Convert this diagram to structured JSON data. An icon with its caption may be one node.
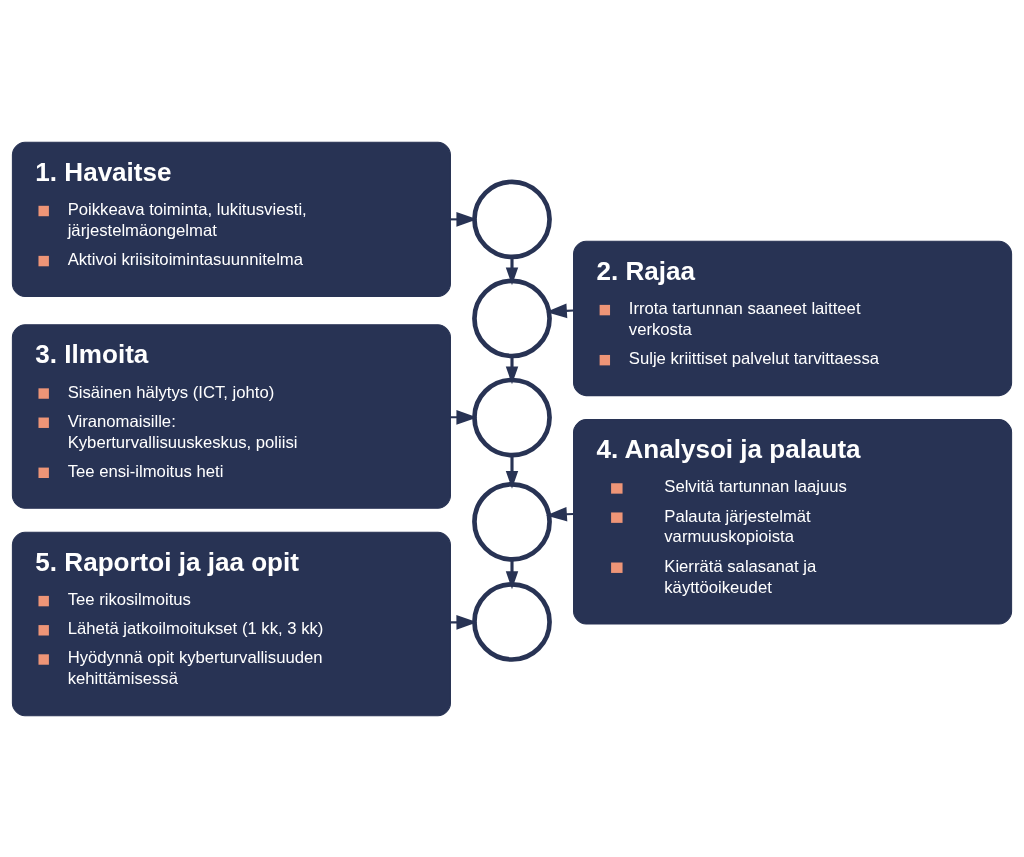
{
  "diagram": {
    "nodes": [
      {
        "text": [
          "1. Havaitse",
          "Poikkeava toiminta, lukitusviesti, järjestelmäongelmat",
          "Aktivoi kriisitoimintasuunnitelma"
        ]
      },
      {
        "text": [],
        "shape": "circle"
      },
      {
        "text": [
          "2. Rajaa",
          "Irrota tartunnan saaneet laitteet verkosta",
          "Sulje kriittiset palvelut tarvittaessa"
        ]
      },
      {
        "text": [],
        "shape": "circle"
      },
      {
        "text": [
          "3. Ilmoita",
          "Sisäinen hälytys (ICT, johto)",
          "Viranomaisille: Kyberturvallisuuskeskus, poliisi",
          "Tee ensi-ilmoitus heti"
        ]
      },
      {
        "text": [],
        "shape": "circle"
      },
      {
        "text": [
          "4. Analysoi ja palauta",
          "Selvitä tartunnan laajuus",
          "Palauta järjestelmät varmuuskopioista",
          "Kierrätä salasanat ja käyttöoikeudet"
        ]
      },
      {
        "text": [],
        "shape": "circle"
      },
      {
        "text": [
          "5. Raportoi ja jaa opit",
          "Tee rikosilmoitus",
          "Lähetä jatkoilmoitukset (1 kk, 3 kk)",
          "Hyödynnä opit kyberturvallisuuden kehittämisessä"
        ]
      },
      {
        "text": [],
        "shape": "circle"
      }
    ],
    "edges": [
      {
        "from": 0,
        "to": 1,
        "arrow": "to"
      },
      {
        "from": 1,
        "to": 3,
        "arrow": "to"
      },
      {
        "from": 2,
        "to": 3,
        "arrow": "to"
      },
      {
        "from": 3,
        "to": 5,
        "arrow": "to"
      },
      {
        "from": 4,
        "to": 5,
        "arrow": "to"
      },
      {
        "from": 5,
        "to": 7,
        "arrow": "to"
      },
      {
        "from": 6,
        "to": 7,
        "arrow": "to"
      },
      {
        "from": 7,
        "to": 9,
        "arrow": "to"
      },
      {
        "from": 8,
        "to": 9,
        "arrow": "to"
      }
    ]
  }
}
